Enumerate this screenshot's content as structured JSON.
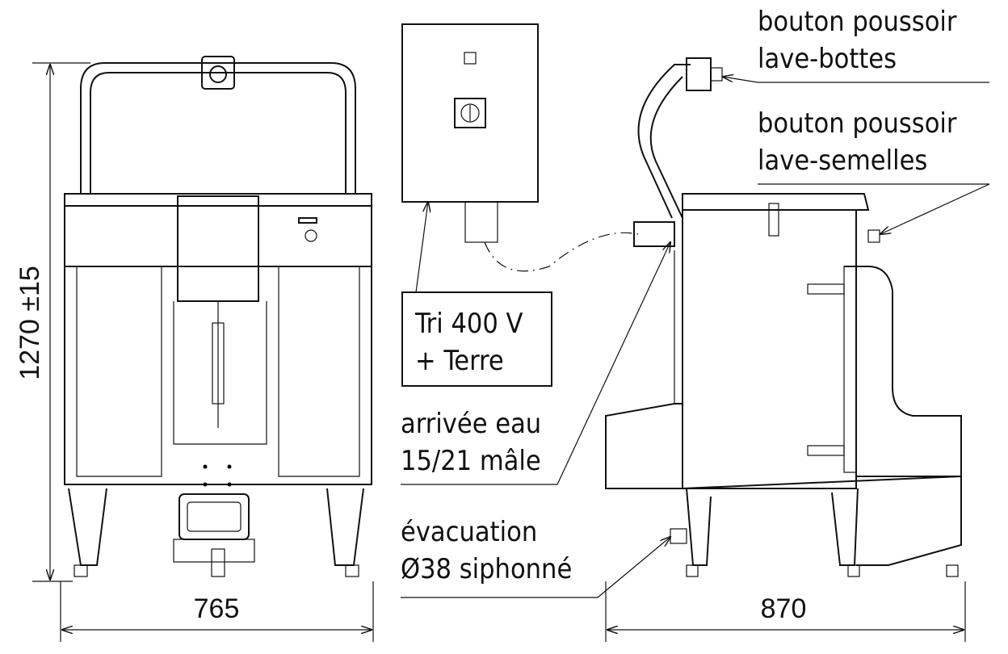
{
  "dimensions": {
    "height": "1270 ±15",
    "front_width": "765",
    "side_depth": "870"
  },
  "labels": {
    "power": [
      "Tri 400 V",
      "+ Terre"
    ],
    "water_inlet": [
      "arrivée eau",
      "15/21 mâle"
    ],
    "drain": [
      "évacuation",
      "Ø38 siphonné"
    ],
    "boot_button": [
      "bouton poussoir",
      "lave-bottes"
    ],
    "sole_button": [
      "bouton poussoir",
      "lave-semelles"
    ]
  }
}
